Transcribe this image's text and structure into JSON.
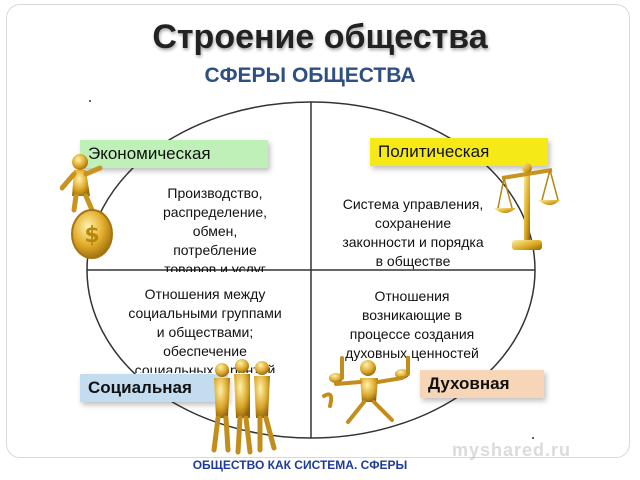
{
  "title": "Строение общества",
  "subtitle": "СФЕРЫ ОБЩЕСТВА",
  "footer": "ОБЩЕСТВО КАК СИСТЕМА. СФЕРЫ",
  "watermark": "myshared.ru",
  "spheres": {
    "economic": {
      "label": "Экономическая",
      "lines": [
        "Производство,",
        "распределение,",
        "обмен,",
        "потребление",
        "товаров и услуг"
      ]
    },
    "political": {
      "label": "Политическая",
      "lines": [
        "Система управления,",
        "сохранение",
        "законности и порядка",
        "в обществе"
      ]
    },
    "social": {
      "label": "Социальная",
      "lines": [
        "Отношения между",
        "социальными группами",
        "и обществами;",
        "обеспечение",
        "социальных гарантий"
      ]
    },
    "spiritual": {
      "label": "Духовная",
      "lines": [
        "Отношения",
        "возникающие в",
        "процессе создания",
        "духовных ценностей"
      ]
    }
  },
  "colors": {
    "economic_label_bg": "#bff0b8",
    "political_label_bg": "#f5ea18",
    "social_label_bg": "#c4dcf0",
    "spiritual_label_bg": "#f7d6b8",
    "subtitle": "#2f4f82",
    "footer": "#1e3a9a",
    "gold_figures": "#d9a520"
  },
  "icons": [
    "gold-coin-figure-icon",
    "scales-of-justice-icon",
    "group-of-people-icon",
    "music-notes-figure-icon"
  ]
}
